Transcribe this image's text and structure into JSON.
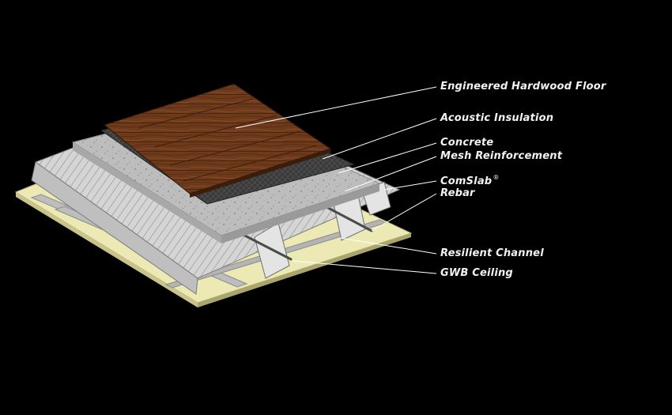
{
  "diagram": {
    "labels": {
      "floor": "Engineered Hardwood Floor",
      "acoustic": "Acoustic Insulation",
      "concrete": "Concrete",
      "mesh": "Mesh Reinforcement",
      "comslab": "ComSlab",
      "comslab_mark": "®",
      "rebar": "Rebar",
      "channel": "Resilient Channel",
      "ceiling": "GWB Ceiling"
    },
    "colors": {
      "background": "#000000",
      "wood": "#6e3a1c",
      "acoustic": "#2e2e2e",
      "concrete": "#bdbdbd",
      "deck": "#d7d7d7",
      "ceiling": "#ece9b4",
      "channel": "#b9b9b9",
      "leader": "#ffffff"
    }
  }
}
